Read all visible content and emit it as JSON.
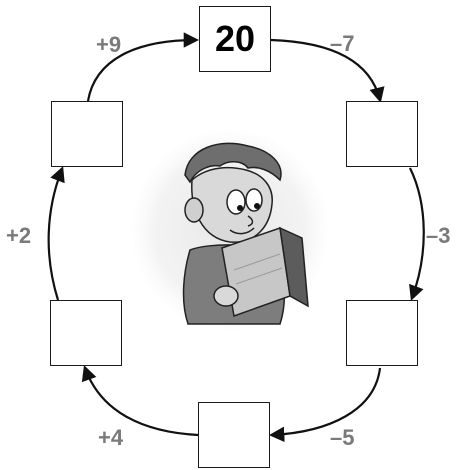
{
  "boxes": {
    "top": "20",
    "upper_right": "",
    "lower_right": "",
    "bottom": "",
    "lower_left": "",
    "upper_left": ""
  },
  "operations": {
    "top_to_upper_right": "–7",
    "upper_right_to_lower_right": "–3",
    "lower_right_to_bottom": "–5",
    "bottom_to_lower_left": "+4",
    "lower_left_to_upper_left": "+2",
    "upper_left_to_top": "+9"
  },
  "colors": {
    "arrow": "#111111",
    "operation_text": "#7a7a7a",
    "box_border": "#1a1a1a"
  },
  "illustration": {
    "subject": "cartoon boy reading a book",
    "icon": "reading-boy-icon"
  }
}
